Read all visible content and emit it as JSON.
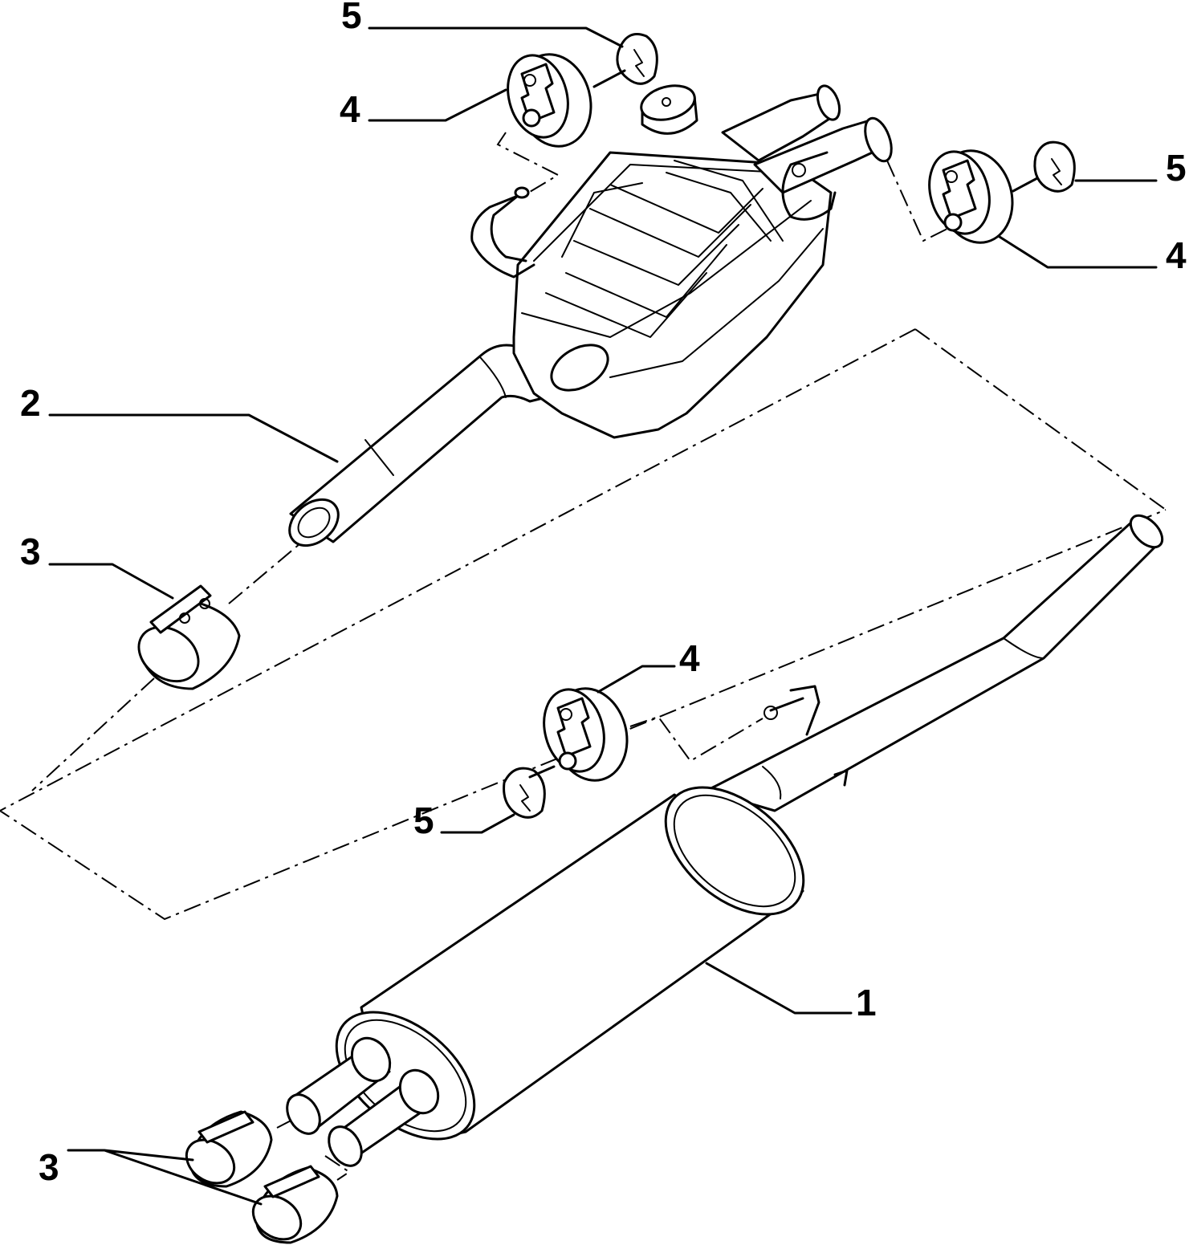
{
  "callouts": [
    {
      "id": "5a",
      "label": "5"
    },
    {
      "id": "4a",
      "label": "4"
    },
    {
      "id": "5b",
      "label": "5"
    },
    {
      "id": "4b",
      "label": "4"
    },
    {
      "id": "2",
      "label": "2"
    },
    {
      "id": "3a",
      "label": "3"
    },
    {
      "id": "4c",
      "label": "4"
    },
    {
      "id": "5c",
      "label": "5"
    },
    {
      "id": "1",
      "label": "1"
    },
    {
      "id": "3b",
      "label": "3"
    }
  ]
}
